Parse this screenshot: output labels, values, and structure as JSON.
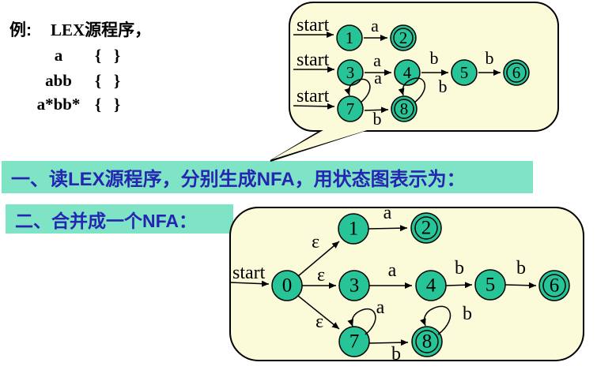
{
  "colors": {
    "state_fill": "#27C498",
    "callout_fill": "#FBFBDA",
    "highlight_bar": "#7FE4C6",
    "heading_text": "#2525B2"
  },
  "example_block": {
    "label": "例:",
    "title": "LEX源程序，",
    "rules": [
      {
        "pattern": "a",
        "open": "{",
        "close": "}"
      },
      {
        "pattern": "abb",
        "open": "{",
        "close": "}"
      },
      {
        "pattern": "a*bb*",
        "open": "{",
        "close": "}"
      }
    ]
  },
  "headings": {
    "step1": "一、读LEX源程序，分别生成NFA，用状态图表示为：",
    "step2": "二、合并成一个NFA："
  },
  "separate_nfas": {
    "rows": [
      {
        "start": "start",
        "states": [
          "1",
          "2"
        ],
        "accepting": [
          "2"
        ],
        "transitions": [
          {
            "from": "1",
            "to": "2",
            "label": "a"
          }
        ]
      },
      {
        "start": "start",
        "states": [
          "3",
          "4",
          "5",
          "6"
        ],
        "accepting": [
          "6"
        ],
        "transitions": [
          {
            "from": "3",
            "to": "4",
            "label": "a"
          },
          {
            "from": "4",
            "to": "5",
            "label": "b"
          },
          {
            "from": "5",
            "to": "6",
            "label": "b"
          }
        ]
      },
      {
        "start": "start",
        "states": [
          "7",
          "8"
        ],
        "accepting": [
          "8"
        ],
        "transitions": [
          {
            "from": "7",
            "to": "7",
            "label": "a"
          },
          {
            "from": "7",
            "to": "8",
            "label": "b"
          },
          {
            "from": "8",
            "to": "8",
            "label": "b"
          }
        ]
      }
    ]
  },
  "merged_nfa": {
    "start": "start",
    "states": [
      "0",
      "1",
      "2",
      "3",
      "4",
      "5",
      "6",
      "7",
      "8"
    ],
    "accepting": [
      "2",
      "6",
      "8"
    ],
    "transitions": [
      {
        "from": "0",
        "to": "1",
        "label": "ε"
      },
      {
        "from": "0",
        "to": "3",
        "label": "ε"
      },
      {
        "from": "0",
        "to": "7",
        "label": "ε"
      },
      {
        "from": "1",
        "to": "2",
        "label": "a"
      },
      {
        "from": "3",
        "to": "4",
        "label": "a"
      },
      {
        "from": "4",
        "to": "5",
        "label": "b"
      },
      {
        "from": "5",
        "to": "6",
        "label": "b"
      },
      {
        "from": "7",
        "to": "7",
        "label": "a"
      },
      {
        "from": "7",
        "to": "8",
        "label": "b"
      },
      {
        "from": "8",
        "to": "8",
        "label": "b"
      }
    ]
  }
}
